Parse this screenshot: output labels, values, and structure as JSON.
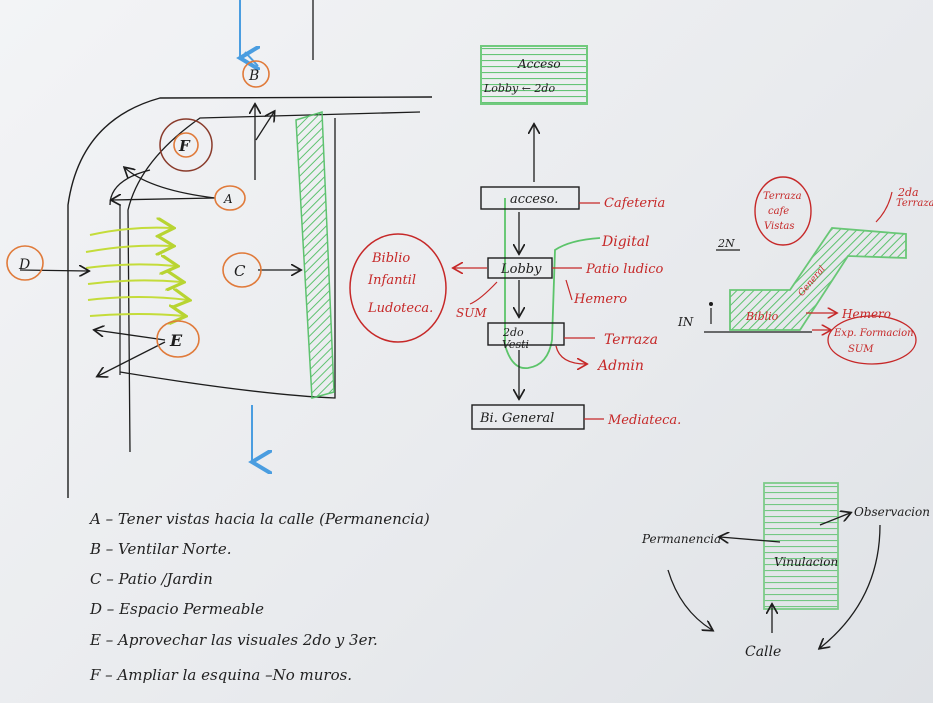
{
  "site_plan": {
    "zones": {
      "a": "A",
      "b": "B",
      "c": "C",
      "d": "D",
      "e": "E",
      "f": "F"
    }
  },
  "program_flow": {
    "top_box_line1": "Acceso",
    "top_box_line2": "Lobby ← 2do",
    "acceso": "acceso.",
    "lobby": "Lobby",
    "vesti_line1": "2do",
    "vesti_line2": "Vesti",
    "biblio_general": "Bi. General",
    "right_labels": [
      "Cafeteria",
      "Digital",
      "Patio ludico",
      "Hemero",
      "Terraza",
      "Admin",
      "Mediateca."
    ],
    "left_circle": [
      "Biblio",
      "Infantil",
      "Ludoteca."
    ],
    "sum": "SUM"
  },
  "section_sketch": {
    "bubble": [
      "Terraza",
      "cafe",
      "Vistas"
    ],
    "label_2da": "2da",
    "label_terraza": "Terraza",
    "label_2n": "2N",
    "in_label": "IN",
    "biblio": "Biblio",
    "general": "General",
    "hemero": "Hemero",
    "exp_formacion": "Exp. Formacion",
    "sum": "SUM"
  },
  "vinculacion": {
    "center": "Vinulacion",
    "left": "Permanencia",
    "right": "Observacion",
    "bottom": "Calle"
  },
  "legend": [
    "A – Tener vistas hacia la calle (Permanencia)",
    "B – Ventilar Norte.",
    "C – Patio /Jardin",
    "D – Espacio Permeable",
    "E – Aprovechar las visuales 2do y 3er.",
    "F – Ampliar la esquina –No muros."
  ],
  "colors": {
    "ink": "#1d1d1d",
    "red": "#c62828",
    "green": "#5cc46a",
    "yellow_green": "#c4dc3a",
    "orange": "#e07a3a",
    "blue": "#4a9de0"
  }
}
